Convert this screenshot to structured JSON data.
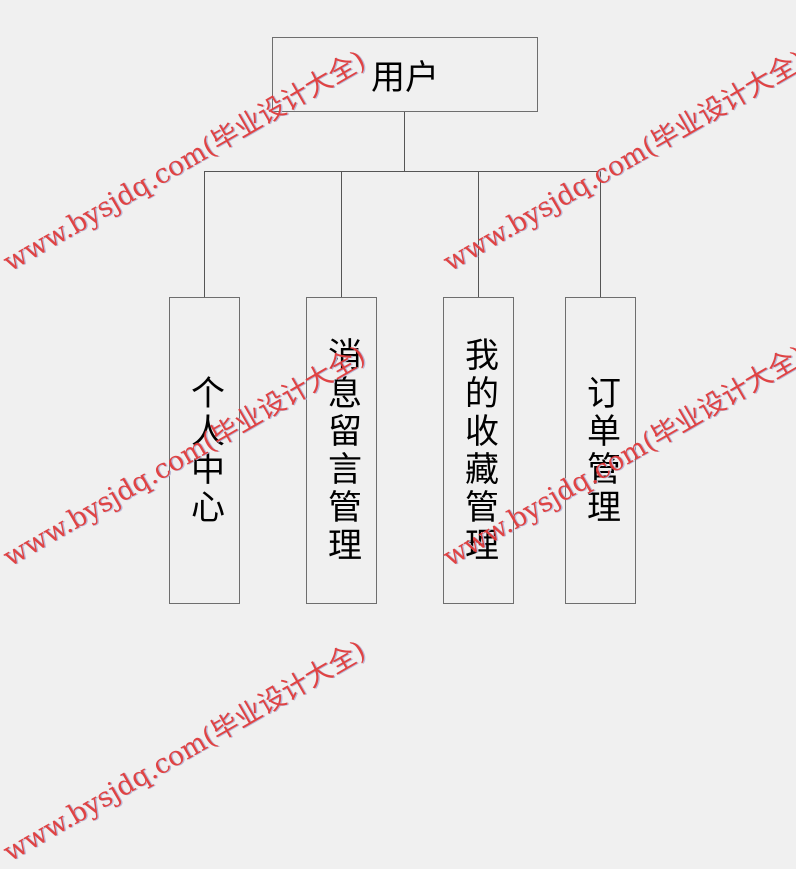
{
  "diagram": {
    "root": {
      "label": "用户"
    },
    "children": [
      {
        "label": "个人中心"
      },
      {
        "label": "消息留言管理"
      },
      {
        "label": "我的收藏管理"
      },
      {
        "label": "订单管理"
      }
    ]
  },
  "watermark": {
    "text": "www.bysjdq.com(毕业设计大全)",
    "color": "#e03a3a"
  }
}
